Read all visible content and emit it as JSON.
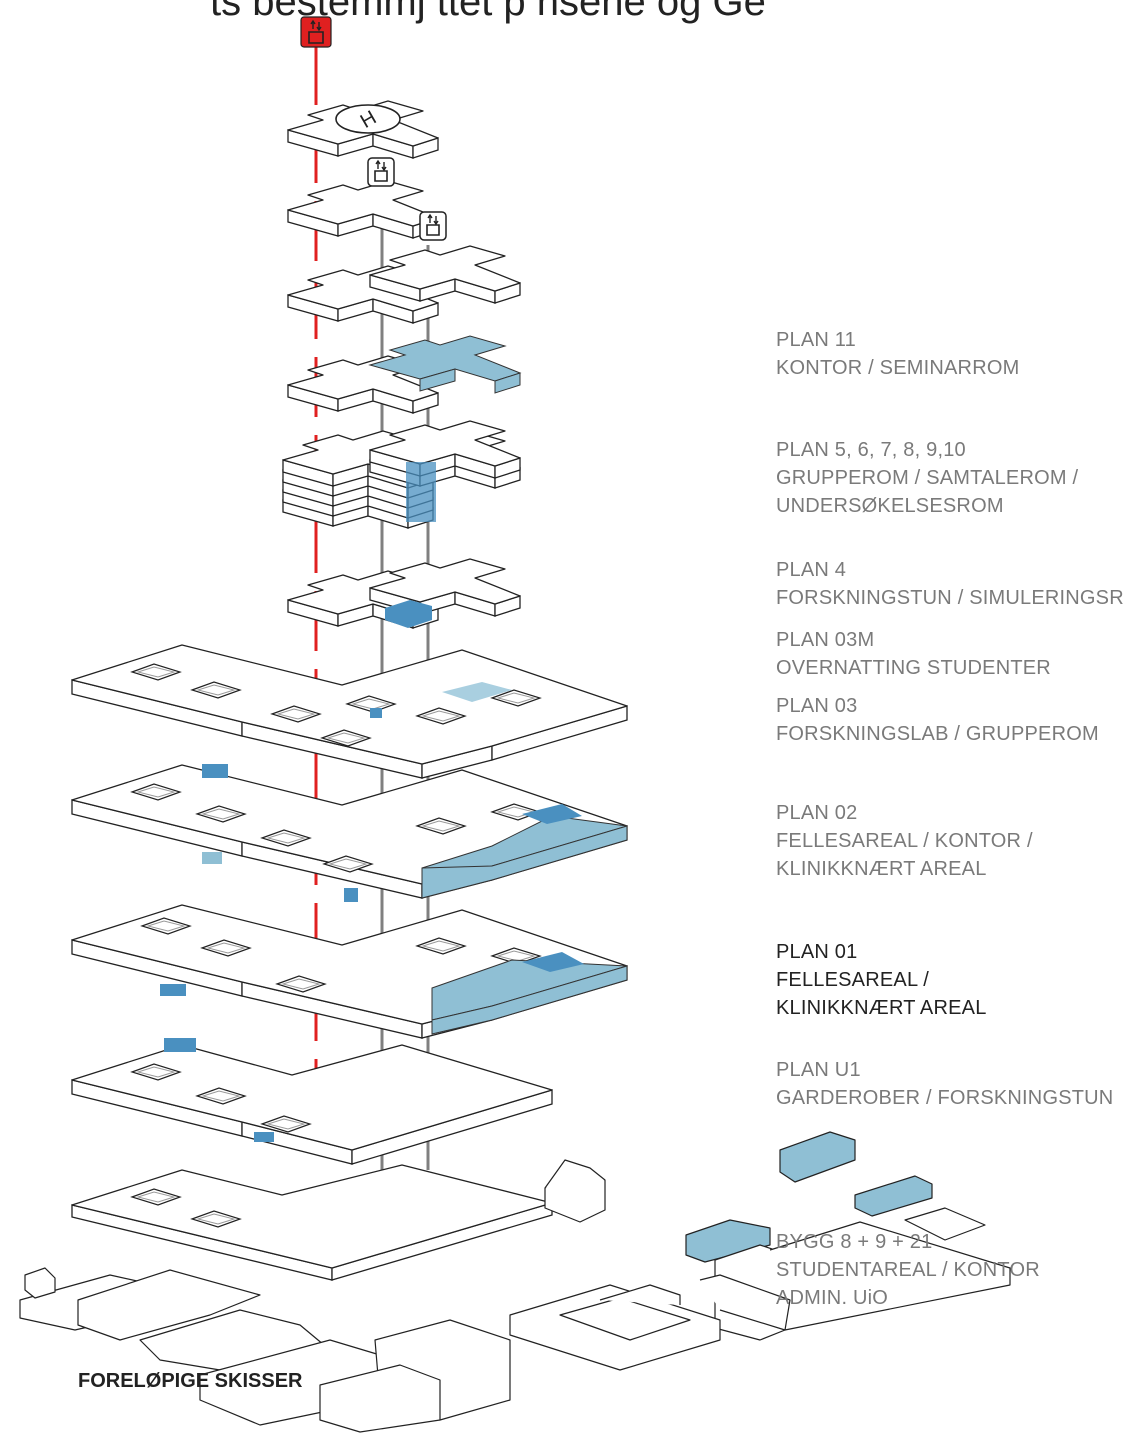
{
  "header": {
    "title_fragment": "ts bestemmj ttet p nsene og Ge"
  },
  "footer_label": "FORELØPIGE SKISSER",
  "colors": {
    "program": "#8fbfd4",
    "program_dark": "#4a90c0",
    "evacuation_core": "#e02020",
    "core": "#808080"
  },
  "icons": {
    "top": "elevator-red-icon",
    "helipad": "helipad-icon",
    "elevators": "elevator-icon"
  },
  "helipad_letter": "H",
  "floors": [
    {
      "plan": "PLAN 11",
      "lines": [
        "KONTOR / SEMINARROM"
      ]
    },
    {
      "plan": "PLAN 5, 6, 7, 8, 9,10",
      "lines": [
        "GRUPPEROM / SAMTALEROM /",
        "UNDERSØKELSESROM"
      ]
    },
    {
      "plan": "PLAN 4",
      "lines": [
        "FORSKNINGSTUN / SIMULERINGSR"
      ]
    },
    {
      "plan": "PLAN 03M",
      "lines": [
        "OVERNATTING STUDENTER"
      ]
    },
    {
      "plan": "PLAN 03",
      "lines": [
        "FORSKNINGSLAB / GRUPPEROM"
      ]
    },
    {
      "plan": "PLAN 02",
      "lines": [
        "FELLESAREAL / KONTOR /",
        "KLINIKKNÆRT AREAL"
      ]
    },
    {
      "plan": "PLAN 01",
      "lines": [
        "FELLESAREAL /",
        "KLINIKKNÆRT AREAL"
      ]
    },
    {
      "plan": "PLAN U1",
      "lines": [
        "GARDEROBER / FORSKNINGSTUN"
      ]
    }
  ],
  "bygg": {
    "plan": "BYGG 8 + 9 + 21",
    "lines": [
      "STUDENTAREAL / KONTOR",
      "ADMIN. UiO"
    ]
  }
}
